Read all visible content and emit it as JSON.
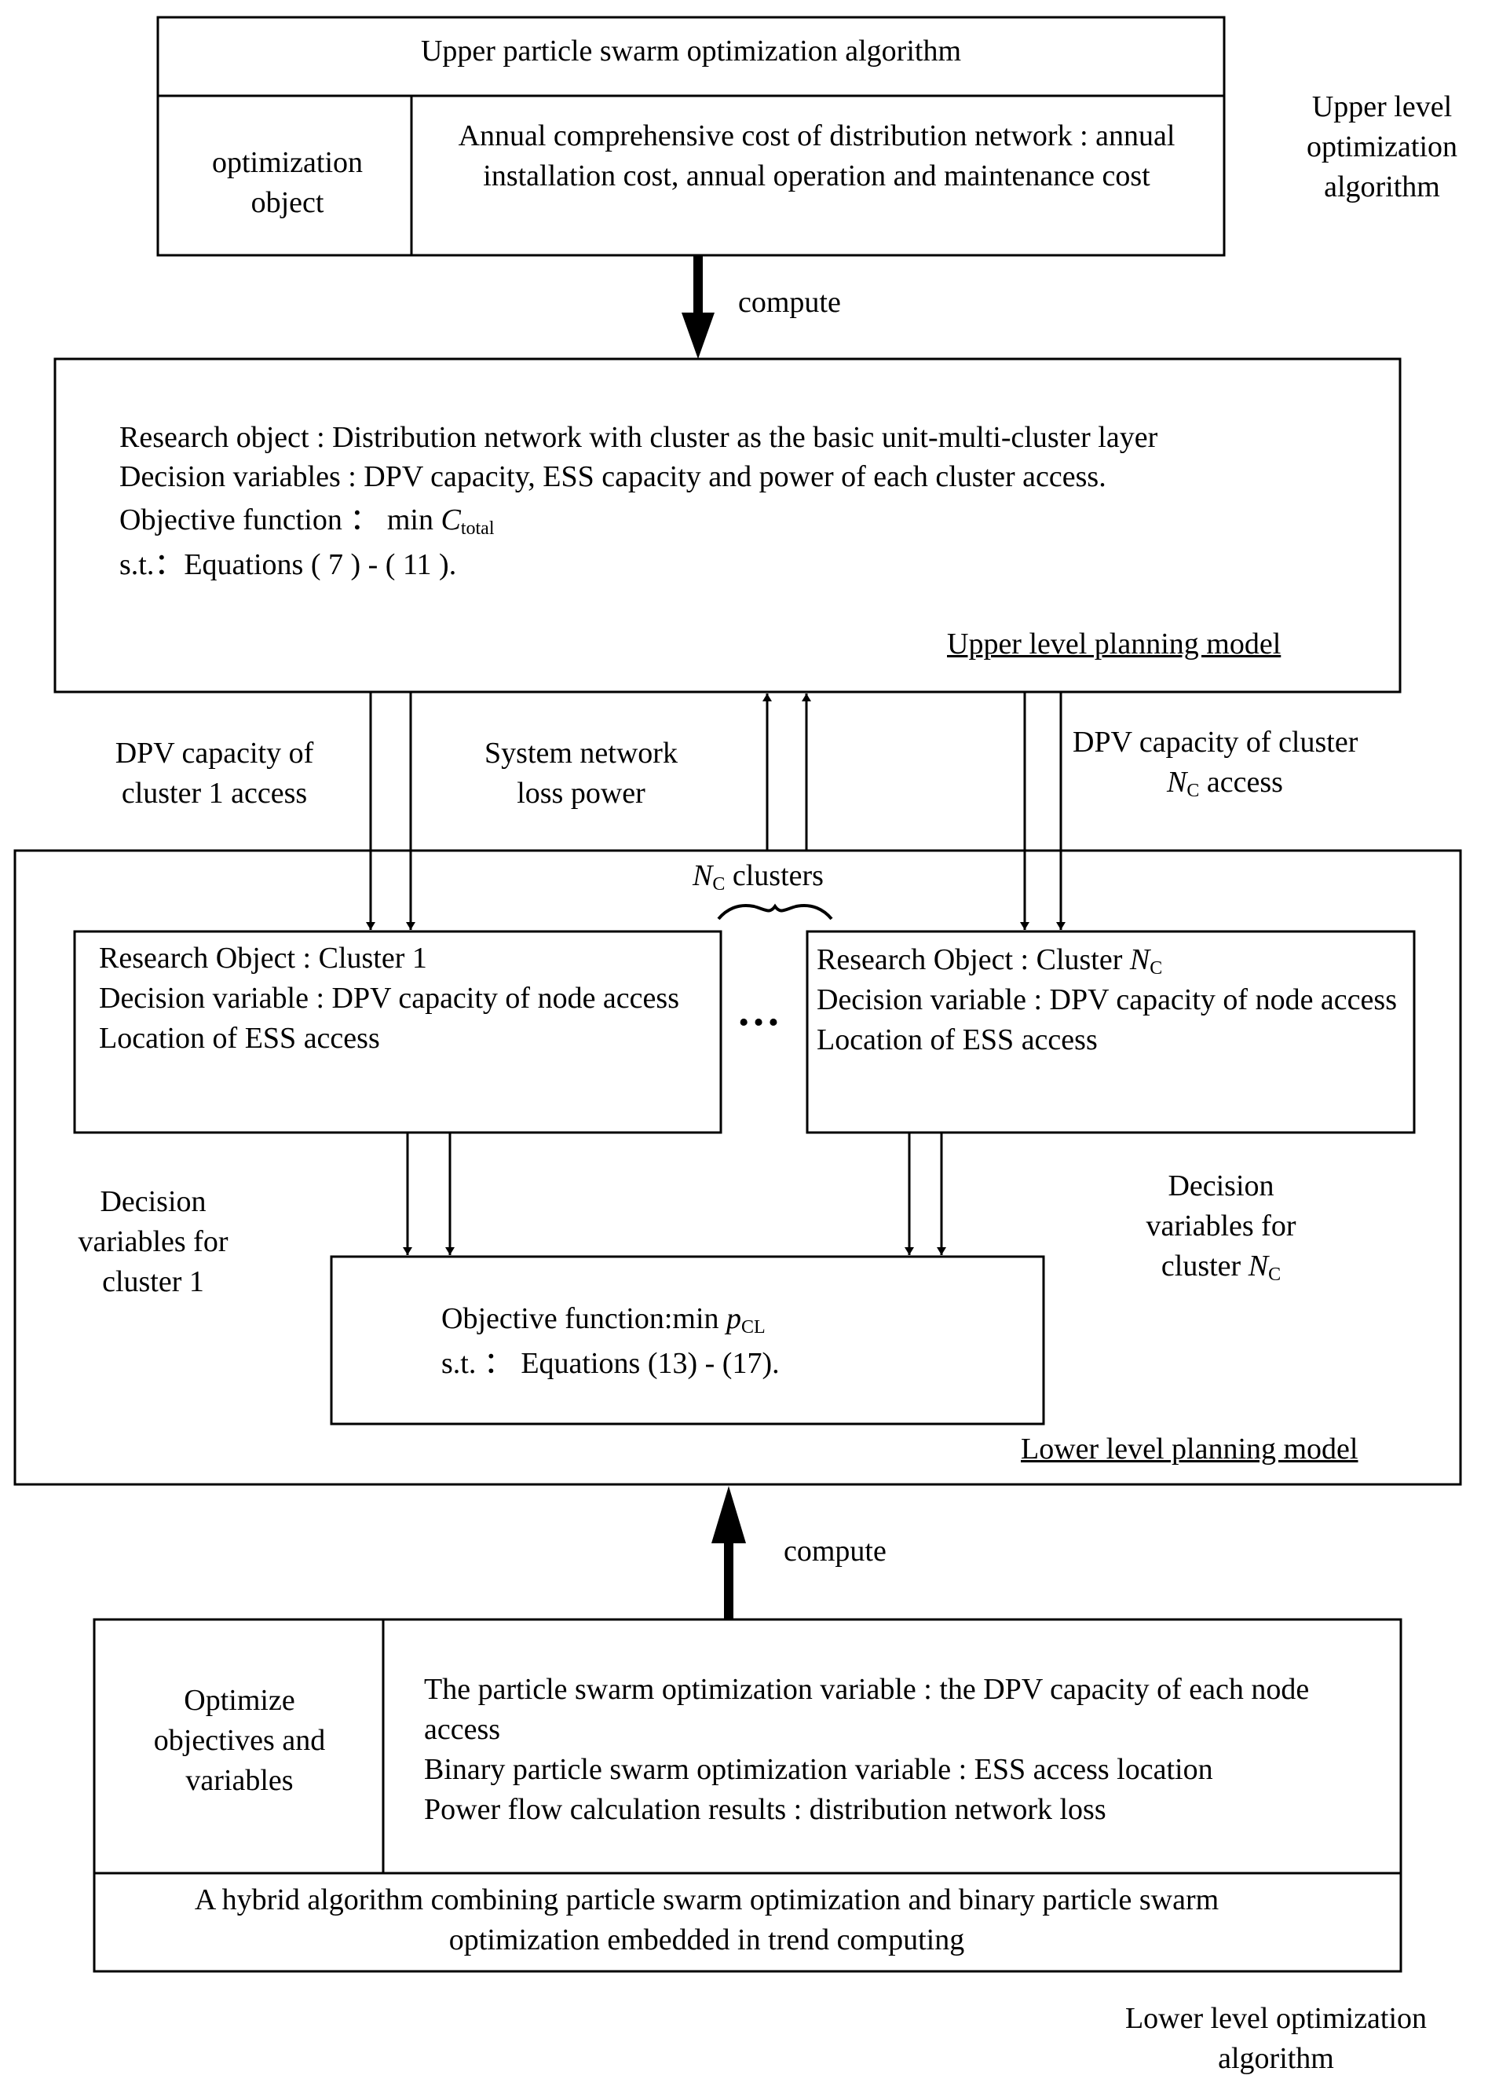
{
  "upper_algorithm": {
    "title": "Upper particle swarm optimization algorithm",
    "row_label": "optimization object",
    "row_content": "Annual comprehensive cost of distribution network : annual installation cost, annual operation and maintenance cost",
    "side_label": "Upper level optimization algorithm"
  },
  "arrow_compute_top": "compute",
  "upper_model": {
    "lines": [
      "Research object : Distribution network with cluster as the basic unit-multi-cluster layer",
      "Decision variables : DPV capacity, ESS capacity and power of each cluster access.",
      "Objective function ： min ",
      "s.t.：Equations ( 7 ) - ( 11 )."
    ],
    "objective_var": "C",
    "objective_sub": "total",
    "caption": "Upper level planning model"
  },
  "between_labels": {
    "left": "DPV capacity of cluster 1 access",
    "middle": "System network loss power",
    "right_1": "DPV capacity of cluster",
    "right_var": "N",
    "right_sub": "C",
    "right_2": " access"
  },
  "lower_model": {
    "clusters_var": "N",
    "clusters_sub": "C",
    "clusters_text": " clusters",
    "ellipsis": "…",
    "cluster1": {
      "line1": "Research Object : Cluster 1",
      "line2": "Decision variable : DPV capacity of node access",
      "line3": "Location of ESS access"
    },
    "clusterN": {
      "line1": "Research Object : Cluster ",
      "var": "N",
      "sub": "C",
      "line2": "Decision variable : DPV capacity of node access",
      "line3": "Location of ESS access"
    },
    "left_label": "Decision variables for cluster 1",
    "right_label": "Decision variables for cluster ",
    "right_var": "N",
    "right_sub": "C",
    "objective_line": "Objective function:min ",
    "objective_var": "p",
    "objective_sub": "CL",
    "constraint_line": "s.t. ： Equations (13) - (17).",
    "caption": "Lower level planning model"
  },
  "arrow_compute_bottom": "compute",
  "lower_algorithm": {
    "row_label": "Optimize objectives and variables",
    "lines": [
      "The particle swarm optimization variable : the DPV capacity of each node access",
      "Binary particle swarm optimization variable : ESS access location",
      "Power flow calculation results : distribution network loss"
    ],
    "footer": "A hybrid algorithm combining particle swarm optimization and binary particle swarm optimization embedded in trend computing",
    "side_label": "Lower level optimization algorithm"
  }
}
